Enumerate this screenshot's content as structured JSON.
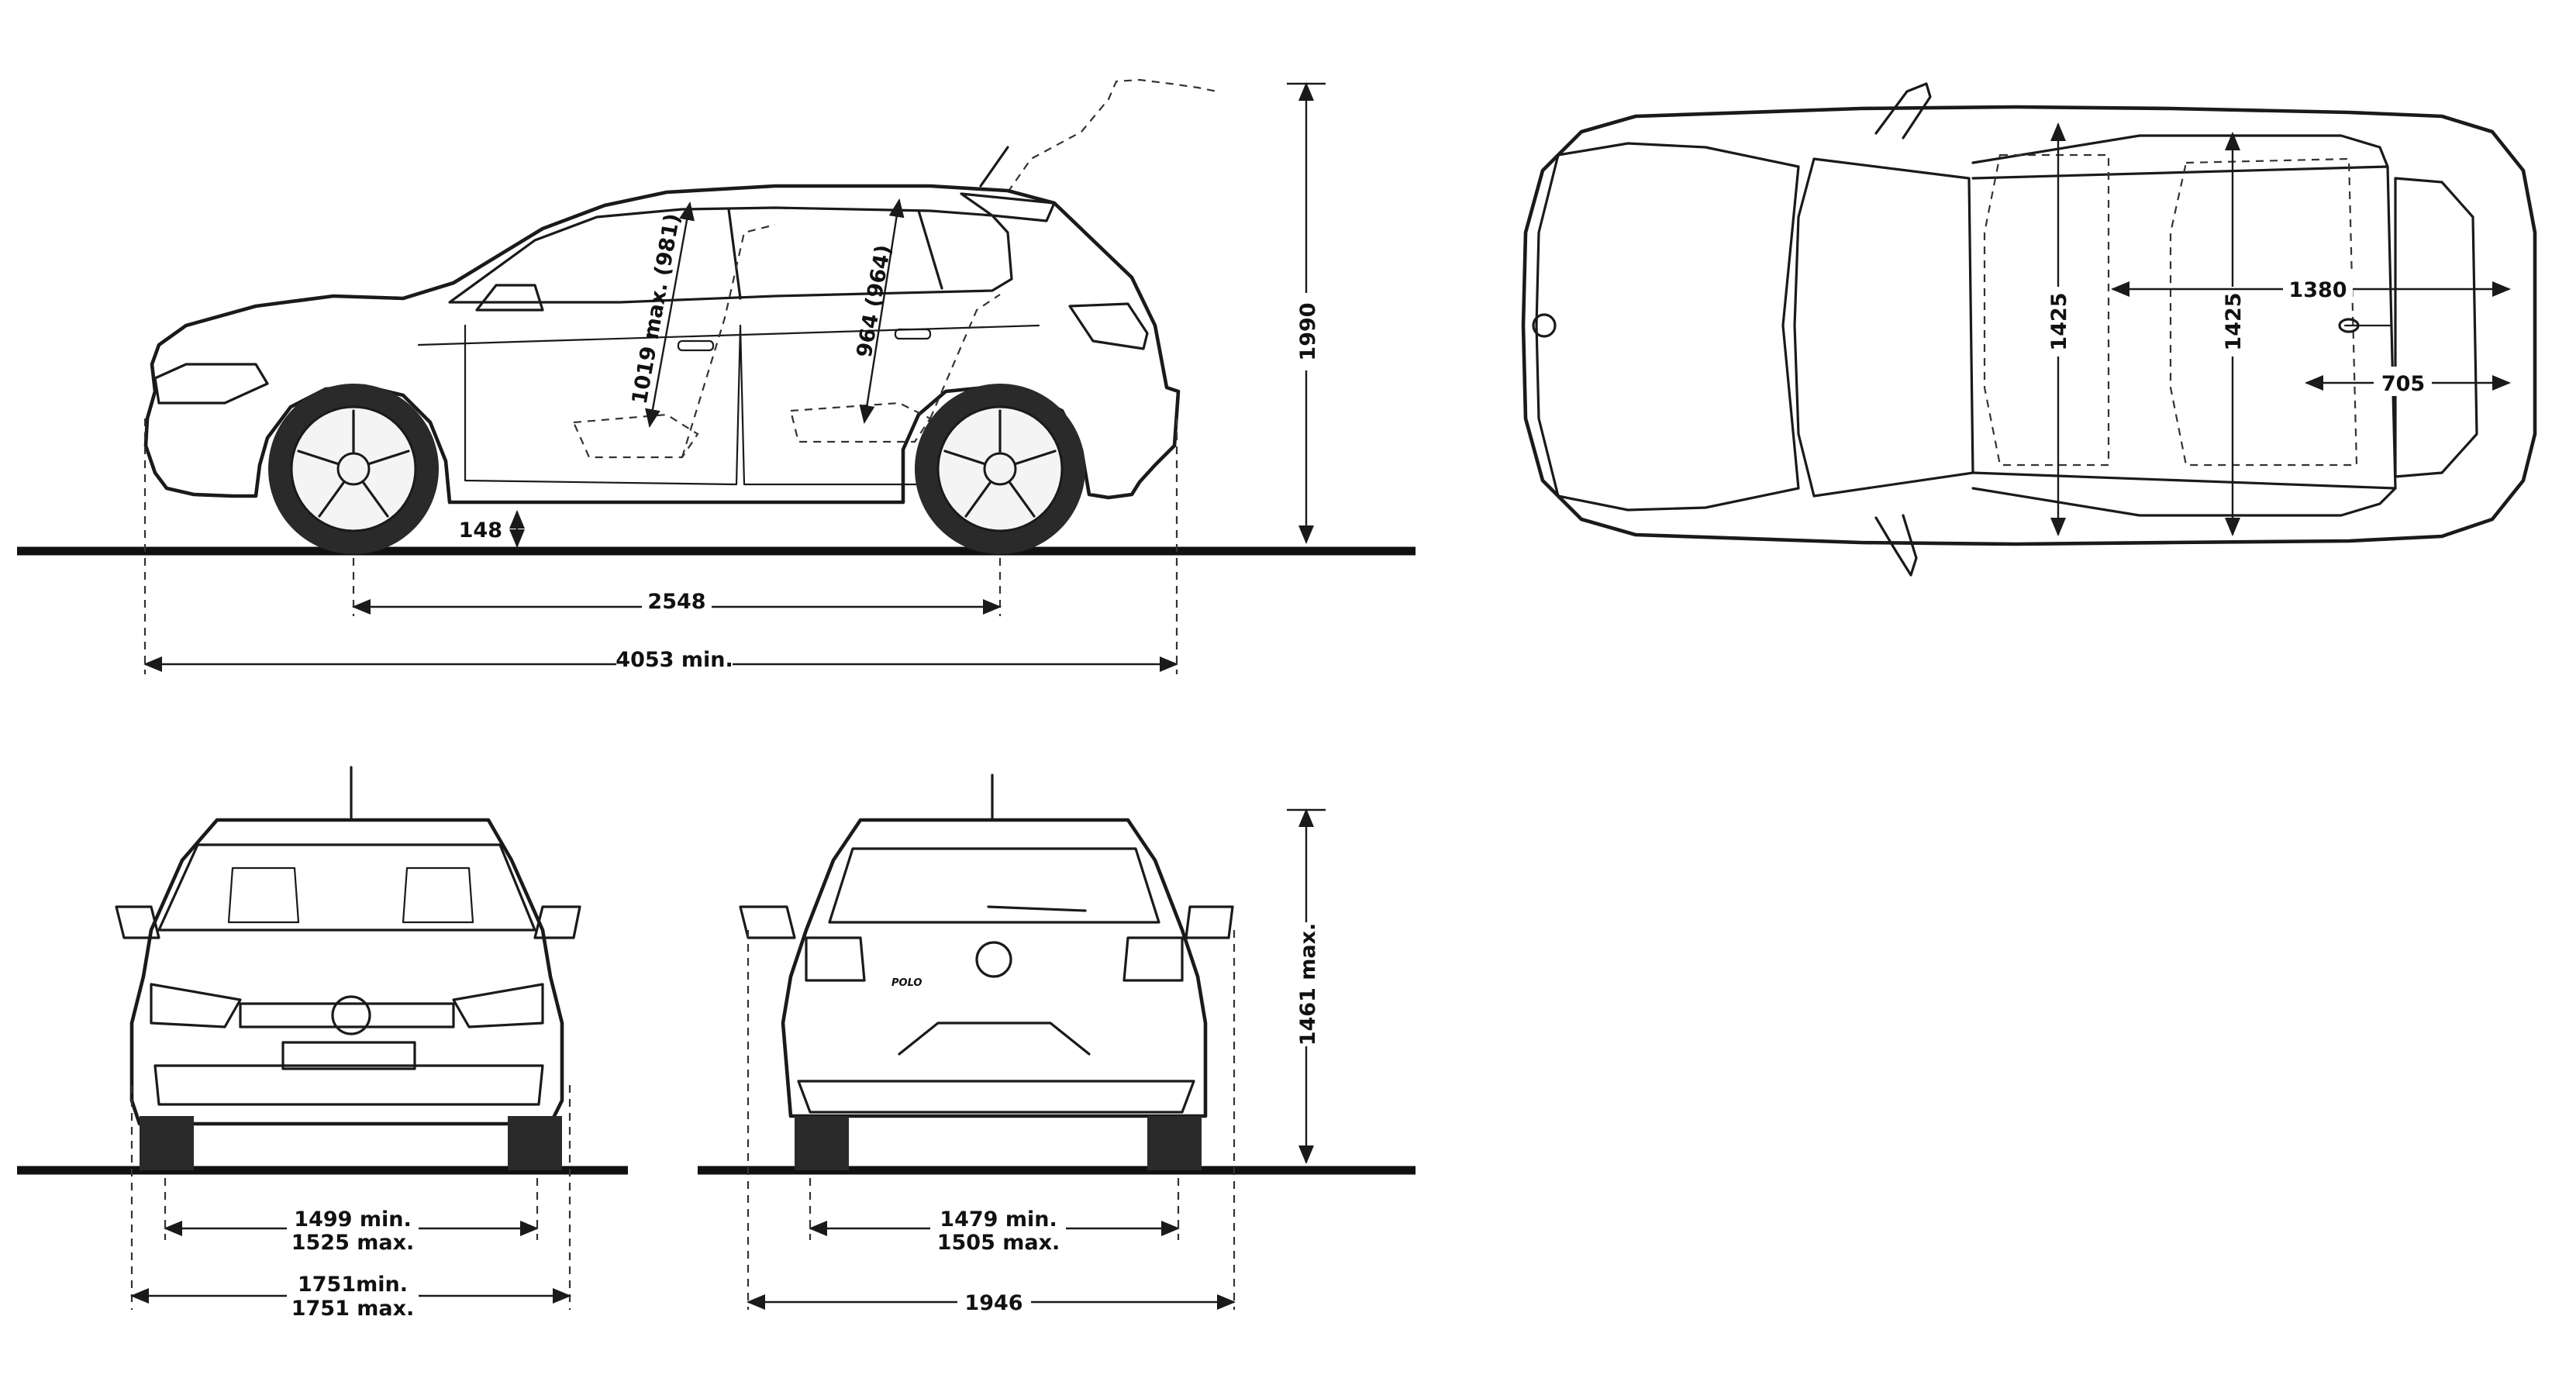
{
  "dimensions": {
    "height_overall": "1990",
    "ground_clearance": "148",
    "wheelbase": "2548",
    "length": "4053 min.",
    "headroom_front": "1019 max. (981)",
    "headroom_rear": "964 (964)",
    "interior_width_front": "1425",
    "interior_width_rear": "1425",
    "interior_length": "1380",
    "cargo_length": "705",
    "front_track_min": "1499 min.",
    "front_track_max": "1525 max.",
    "width_min": "1751min.",
    "width_max": "1751 max.",
    "rear_track_min": "1479 min.",
    "rear_track_max": "1505 max.",
    "width_mirrors": "1946",
    "height": "1461 max."
  },
  "badge": {
    "model_text": "POLO"
  }
}
